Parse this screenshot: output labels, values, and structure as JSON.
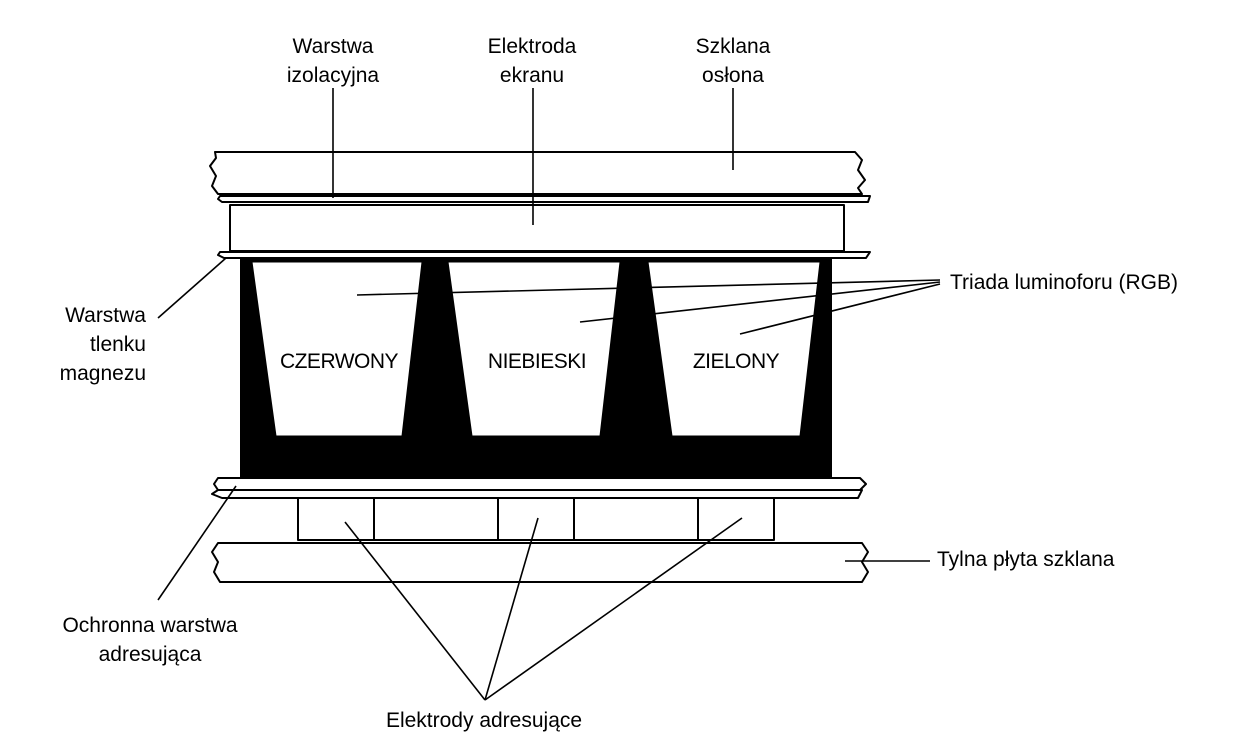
{
  "labels": {
    "insulation_layer": {
      "line1": "Warstwa",
      "line2": "izolacyjna"
    },
    "screen_electrode": {
      "line1": "Elektroda",
      "line2": "ekranu"
    },
    "glass_cover": {
      "line1": "Szklana",
      "line2": "osłona"
    },
    "phosphor_triad": "Triada luminoforu (RGB)",
    "magnesium_oxide_layer": {
      "line1": "Warstwa",
      "line2": "tlenku",
      "line3": "magnezu"
    },
    "rear_glass_plate": "Tylna płyta szklana",
    "protective_address_layer": {
      "line1": "Ochronna warstwa",
      "line2": "adresująca"
    },
    "address_electrodes": "Elektrody adresujące"
  },
  "cells": {
    "red": "CZERWONY",
    "blue": "NIEBIESKI",
    "green": "ZIELONY"
  }
}
